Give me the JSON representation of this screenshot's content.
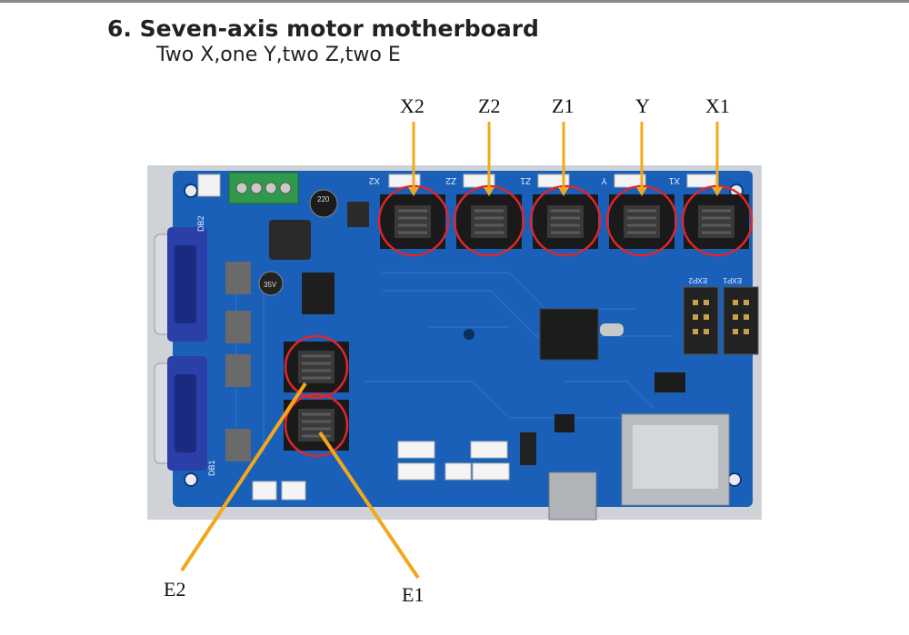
{
  "heading": {
    "title": "6. Seven-axis motor motherboard",
    "subtitle": "Two X,one Y,two Z,two E"
  },
  "callouts": {
    "x2": "X2",
    "z2": "Z2",
    "z1": "Z1",
    "y": "Y",
    "x1": "X1",
    "e2": "E2",
    "e1": "E1"
  },
  "silkscreen": {
    "x2": "X2",
    "z2": "Z2",
    "z1": "Z1",
    "y": "Y",
    "x1": "X1",
    "db2": "DB2",
    "db1": "DB1",
    "exp1": "EXP1",
    "exp2": "EXP2",
    "cap1": "220",
    "cap2": "35V"
  },
  "colors": {
    "board": "#1a5fb8",
    "highlight_circle": "#e0262b",
    "callout_arrow": "#f3a81c",
    "vga_connector": "#2a3fa8"
  }
}
